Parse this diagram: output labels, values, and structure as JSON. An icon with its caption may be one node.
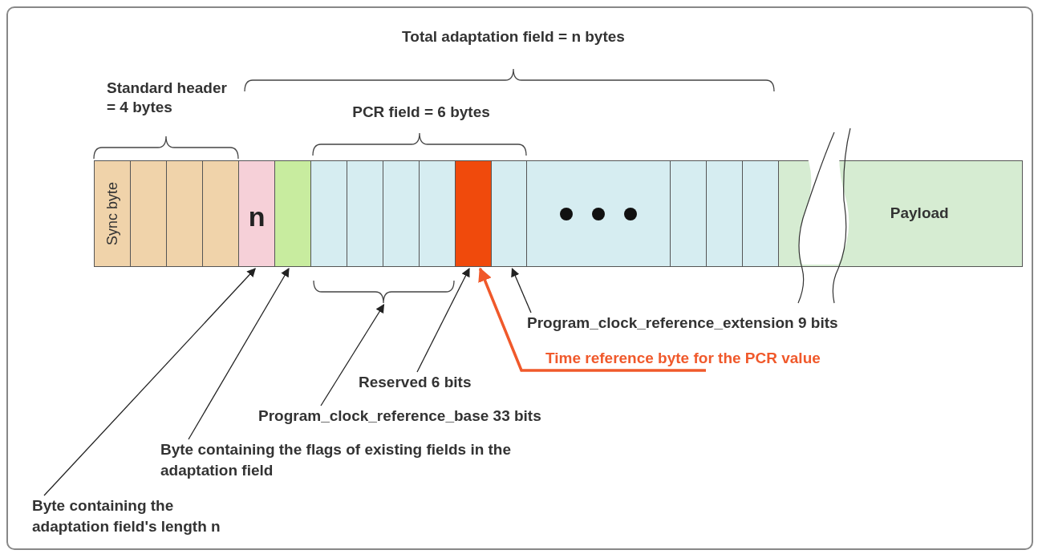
{
  "diagram": {
    "nodes": [
      {
        "text": [
          "Sync byte"
        ]
      },
      {
        "text": [],
        "shape": "box"
      },
      {
        "text": [],
        "shape": "box"
      },
      {
        "text": [],
        "shape": "box"
      },
      {
        "text": [
          "n"
        ]
      },
      {
        "text": [],
        "shape": "box"
      },
      {
        "text": [],
        "shape": "box"
      },
      {
        "text": [],
        "shape": "box"
      },
      {
        "text": [],
        "shape": "box"
      },
      {
        "text": [],
        "shape": "box"
      },
      {
        "text": [],
        "shape": "box"
      },
      {
        "text": [],
        "shape": "box"
      },
      {
        "text": [],
        "shape": "box"
      },
      {
        "text": [],
        "shape": "box"
      },
      {
        "text": [],
        "shape": "box"
      },
      {
        "text": [],
        "shape": "box"
      },
      {
        "text": [
          "Payload"
        ]
      },
      {
        "text": [
          "Byte containing the adaptation field's length n"
        ]
      },
      {
        "text": [
          "Byte containing the flags of existing fields in the adaptation field"
        ]
      },
      {
        "text": [
          "Program_clock_reference_base 33 bits"
        ]
      },
      {
        "text": [
          "Reserved 6 bits"
        ]
      },
      {
        "text": [
          "Time reference byte for the PCR value"
        ]
      },
      {
        "text": [
          "Program_clock_reference_extension 9 bits"
        ]
      },
      {
        "text": [],
        "shape": "bracket"
      }
    ],
    "edges": [
      {
        "from": 17,
        "to": 4,
        "arrow": "to"
      },
      {
        "from": 18,
        "to": 5,
        "arrow": "to"
      },
      {
        "from": 19,
        "to": 23,
        "arrow": "to"
      },
      {
        "from": 20,
        "to": 10,
        "arrow": "to"
      },
      {
        "from": 21,
        "to": 10,
        "arrow": "to",
        "style": "thick",
        "color": "#f0592b"
      },
      {
        "from": 22,
        "to": 11,
        "arrow": "to"
      }
    ],
    "labels": [
      "Total adaptation field = n bytes",
      "Standard header = 4 bytes",
      "PCR field = 6 bytes"
    ]
  }
}
